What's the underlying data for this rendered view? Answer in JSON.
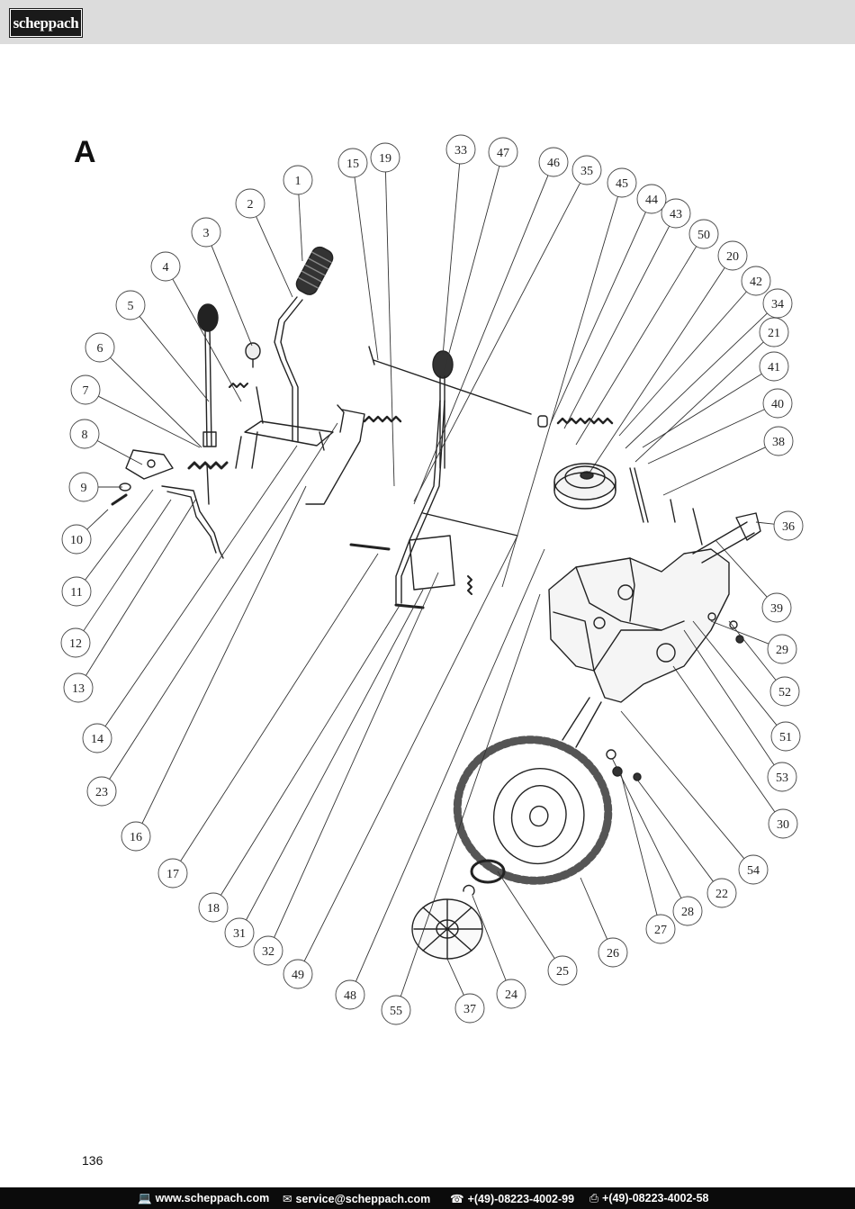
{
  "header": {
    "logo_text": "scheppach",
    "bar_color": "#dcdcdc"
  },
  "section_letter": "A",
  "page_number": "136",
  "callouts": [
    "1",
    "2",
    "3",
    "4",
    "5",
    "6",
    "7",
    "8",
    "9",
    "10",
    "11",
    "12",
    "13",
    "14",
    "15",
    "16",
    "17",
    "18",
    "19",
    "20",
    "21",
    "22",
    "23",
    "24",
    "25",
    "26",
    "27",
    "28",
    "29",
    "30",
    "31",
    "32",
    "33",
    "34",
    "35",
    "36",
    "37",
    "38",
    "39",
    "40",
    "41",
    "42",
    "43",
    "44",
    "45",
    "46",
    "47",
    "48",
    "49",
    "50",
    "51",
    "52",
    "53",
    "54",
    "55"
  ],
  "footer": {
    "website_icon": "computer-icon",
    "website": "www.scheppach.com",
    "email_icon": "envelope-icon",
    "email": "service@scheppach.com",
    "phone_icon": "telephone-icon",
    "phone": "+(49)-08223-4002-99",
    "fax_icon": "fax-icon",
    "fax": "+(49)-08223-4002-58"
  }
}
